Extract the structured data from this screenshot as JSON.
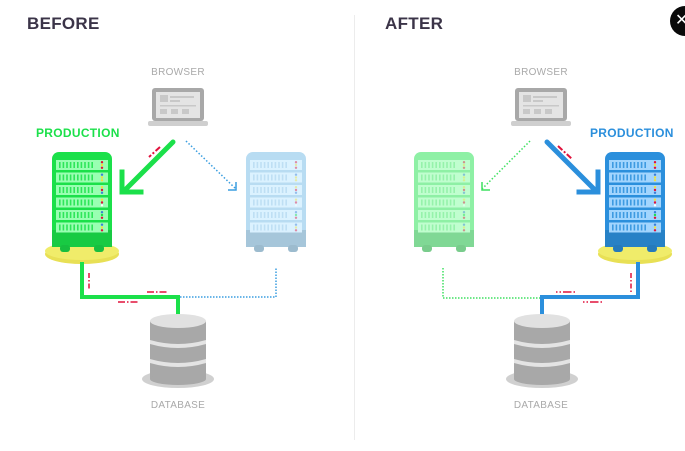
{
  "close_button": {
    "icon": "close-icon",
    "glyph": "✕"
  },
  "panels": [
    {
      "heading": "BEFORE",
      "browser_label": "BROWSER",
      "production_label": "PRODUCTION",
      "production_color": "#1be04a",
      "database_label": "DATABASE",
      "active_server": "left",
      "active_color": "#1be04a",
      "inactive_color": "#b8dcf2",
      "inactive_link_color": "#3a9ee0"
    },
    {
      "heading": "AFTER",
      "browser_label": "BROWSER",
      "production_label": "PRODUCTION",
      "production_color": "#2b8fdc",
      "database_label": "DATABASE",
      "active_server": "right",
      "active_color": "#2b8fdc",
      "inactive_color": "#8ef0a5",
      "inactive_link_color": "#3ee060"
    }
  ],
  "colors": {
    "heading": "#3b3448",
    "label_gray": "#a9a9a9",
    "platform_yellow": "#f0ec6a",
    "traffic_red": "#e0123c",
    "database_gray": "#a8a8a8"
  }
}
